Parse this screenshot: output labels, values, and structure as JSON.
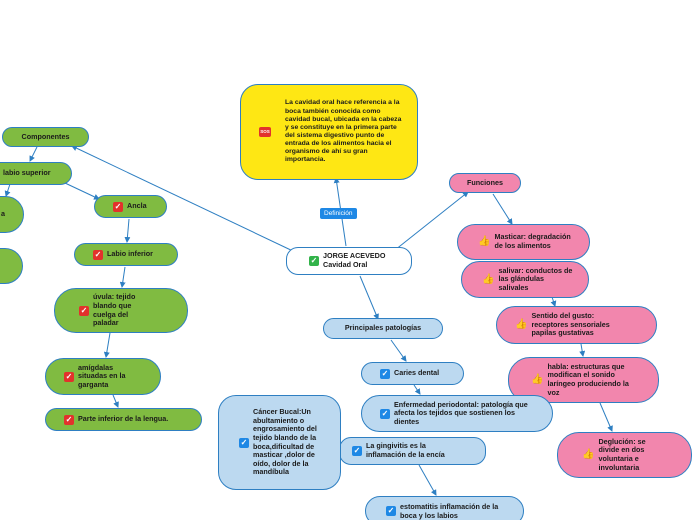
{
  "definition_label": "Definición",
  "nodes": {
    "center": "JORGE ACEVEDO\nCavidad Oral",
    "definition": "La cavidad oral hace referencia a la boca también conocida como cavidad bucal, ubicada en la cabeza y se constituye en la primera parte del sistema digestivo punto de entrada de los alimentos hacia el organismo de ahí su gran importancia.",
    "componentes": "Componentes",
    "labio_superior": "labio superior",
    "ancla": "Ancla",
    "labio_inferior": "Labio inferior",
    "uvula": "úvula: tejido blando que cuelga del paladar",
    "amigdalas": "amígdalas situadas en la garganta",
    "parte_inferior": "Parte inferior de la lengua.",
    "left_partial_1": "a",
    "funciones": "Funciones",
    "masticar": "Masticar: degradación de los alimentos",
    "salivar": "salivar: conductos de las glándulas salivales",
    "gusto": "Sentido del gusto: receptores sensoriales papilas gustativas",
    "habla": "habla: estructuras que modifican el sonido laríngeo produciendo la voz",
    "deglucion": "Deglución: se divide en dos voluntaria e involuntaria",
    "patologias": "Principales patologías",
    "caries": "Caries dental",
    "periodontal": "Enfermedad periodontal: patología que afecta los tejidos que sostienen los dientes",
    "cancer": "Cáncer Bucal:Un abultamiento o engrosamiento del tejido blando de la boca,dificultad de masticar ,dolor de oído, dolor de la mandíbula",
    "gingivitis": "La gingivitis es la inflamación de la encía",
    "estomatitis": "estomatitis inflamación de la boca y los labios"
  },
  "icons": {
    "check_red": "checkbox-red-icon",
    "check_blue": "checkbox-blue-icon",
    "check_green": "checkbox-green-icon",
    "thumb": "thumbs-up-icon",
    "sos": "sos-icon"
  },
  "colors": {
    "green": "#80bb41",
    "pink": "#f286ad",
    "blue": "#bcd9f0",
    "yellow": "#fee714",
    "line": "#2e7fc2"
  }
}
